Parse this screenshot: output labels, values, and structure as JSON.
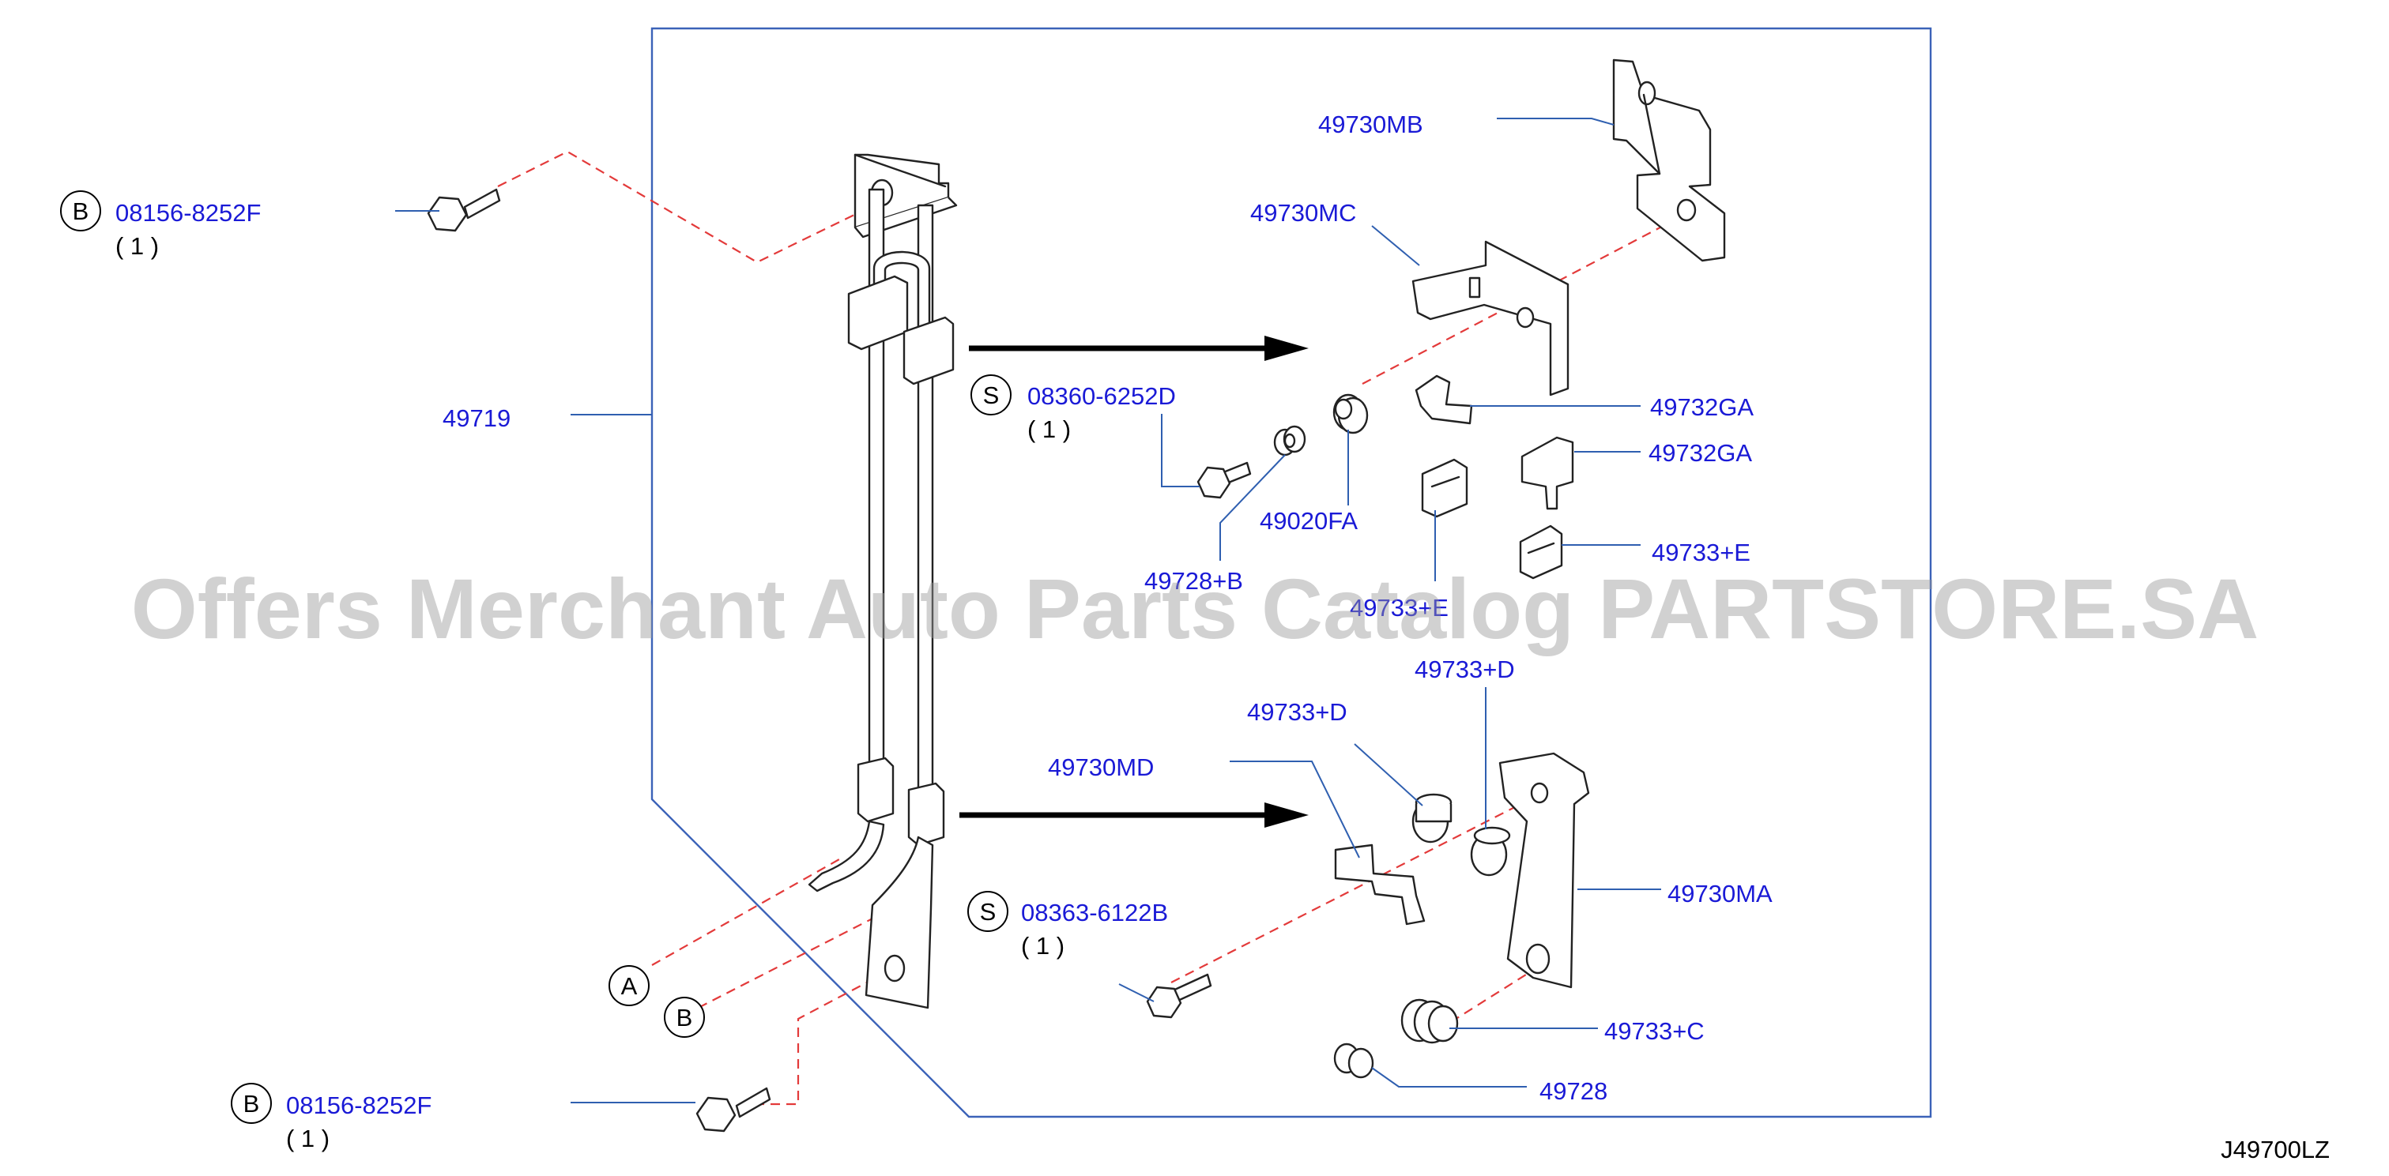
{
  "labels": {
    "p49730MB": "49730MB",
    "p49730MC": "49730MC",
    "p49719": "49719",
    "p49732GA_1": "49732GA",
    "p49732GA_2": "49732GA",
    "p49020FA": "49020FA",
    "p49728B": "49728+B",
    "p49733E_1": "49733+E",
    "p49733E_2": "49733+E",
    "p49733D_1": "49733+D",
    "p49733D_2": "49733+D",
    "p49730MD": "49730MD",
    "p49730MA": "49730MA",
    "p49733C": "49733+C",
    "p49728": "49728"
  },
  "bolts": {
    "b_top": {
      "circle": "B",
      "part": "08156-8252F",
      "qty": "( 1 )"
    },
    "s_upper": {
      "circle": "S",
      "part": "08360-6252D",
      "qty": "( 1 )"
    },
    "s_lower": {
      "circle": "S",
      "part": "08363-6122B",
      "qty": "( 1 )"
    },
    "b_bottom": {
      "circle": "B",
      "part": "08156-8252F",
      "qty": "( 1 )"
    }
  },
  "refs": {
    "a": "A",
    "b": "B"
  },
  "watermark": "Offers Merchant Auto Parts Catalog PARTSTORE.SA",
  "diagram_code": "J49700LZ",
  "colors": {
    "label": "#1a1ad6",
    "leader": "#2f5fb0",
    "dashed": "#e33a3a",
    "frame": "#3b62b8"
  }
}
